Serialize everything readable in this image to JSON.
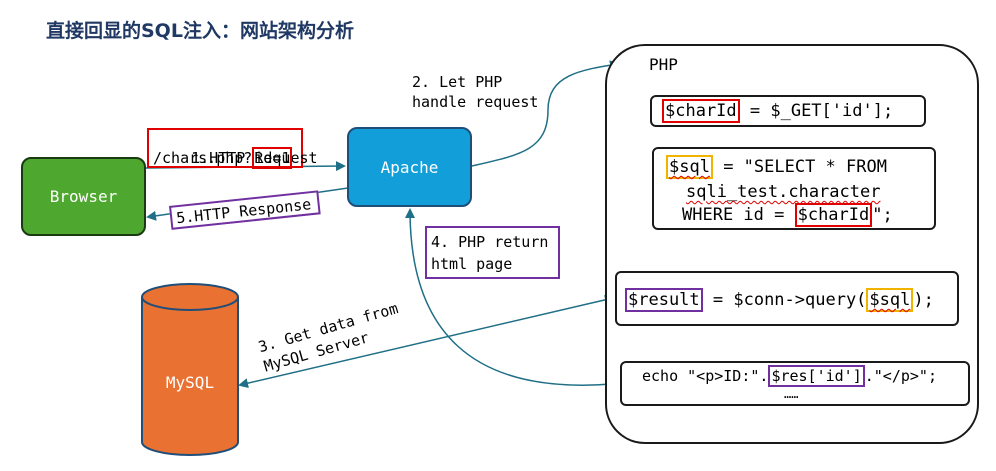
{
  "title": "直接回显的SQL注入：网站架构分析",
  "nodes": {
    "browser": "Browser",
    "apache": "Apache",
    "mysql": "MySQL",
    "php_label": "PHP"
  },
  "labels": {
    "step1_line1": "1.HTTP Request",
    "step1_line2_prefix": "/chars.php?",
    "step1_line2_param": "id=1",
    "step2_line1": "2. Let PHP",
    "step2_line2": "handle request",
    "step3_line1": "3. Get data from",
    "step3_line2": "MySQL Server",
    "step4_line1": "4. PHP return",
    "step4_line2": "html page",
    "step5": "5.HTTP Response"
  },
  "code": {
    "line1_var": "$charId",
    "line1_rest": " = $_GET['id'];",
    "line2_var": "$sql",
    "line2_rest": " = \"SELECT * FROM",
    "line2_b": "sqli_test.character",
    "line2_c_prefix": "WHERE id = ",
    "line2_c_var": "$charId",
    "line2_c_suffix": "\";",
    "line3_var": "$result",
    "line3_mid": " = $conn->query(",
    "line3_arg": "$sql",
    "line3_end": ");",
    "line4_prefix": "echo \"<p>ID:\".",
    "line4_var": "$res['id']",
    "line4_suffix": ".\"</p>\";",
    "line4_more": "……"
  },
  "colors": {
    "browser": "#4ea72e",
    "apache": "#129fd9",
    "mysql": "#e97132",
    "arrow": "#1f6f86",
    "title": "#1f3864"
  }
}
